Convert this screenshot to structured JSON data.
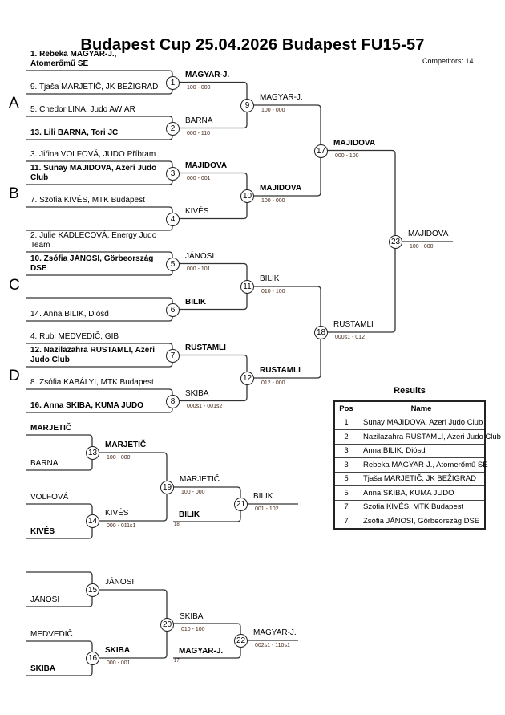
{
  "title": "Budapest Cup  25.04.2026  Budapest   FU15-57",
  "competitors": "Competitors: 14",
  "pools": [
    "A",
    "B",
    "C",
    "D"
  ],
  "entrants": [
    {
      "text": "1. Rebeka MAGYAR-J., Atomerőmű SE",
      "bold": true
    },
    {
      "text": "9. Tjaša MARJETIČ, JK BEŽIGRAD",
      "bold": false
    },
    {
      "text": "5. Chedor LINA, Judo AWIAR",
      "bold": false
    },
    {
      "text": "13. Lili BARNA, Tori JC",
      "bold": true
    },
    {
      "text": "3. Jiřina VOLFOVÁ, JUDO Příbram",
      "bold": false
    },
    {
      "text": "11. Sunay MAJIDOVA, Azeri Judo Club",
      "bold": true
    },
    {
      "text": "7. Szofia KIVÉS, MTK Budapest",
      "bold": false
    },
    {
      "text": "",
      "bold": false
    },
    {
      "text": "2. Julie KADLECOVÁ, Energy Judo Team",
      "bold": false
    },
    {
      "text": "10. Zsófia JÁNOSI, Görbeország DSE",
      "bold": true
    },
    {
      "text": "",
      "bold": false
    },
    {
      "text": "14. Anna BILIK, Diósd",
      "bold": false
    },
    {
      "text": "4. Rubi MEDVEDIČ, GIB",
      "bold": false
    },
    {
      "text": "12. Nazilazahra RUSTAMLI, Azeri Judo Club",
      "bold": true
    },
    {
      "text": "8. Zsófia KABÁLYI, MTK Budapest",
      "bold": false
    },
    {
      "text": "16. Anna SKIBA, KUMA JUDO",
      "bold": true
    }
  ],
  "repechage_entrants": [
    {
      "text": "MARJETIČ",
      "bold": true
    },
    {
      "text": "BARNA",
      "bold": false
    },
    {
      "text": "VOLFOVÁ",
      "bold": false
    },
    {
      "text": "KIVÉS",
      "bold": true
    },
    {
      "text": "",
      "bold": false
    },
    {
      "text": "JÁNOSI",
      "bold": false
    },
    {
      "text": "MEDVEDIČ",
      "bold": false
    },
    {
      "text": "SKIBA",
      "bold": true
    }
  ],
  "matches": {
    "m1": {
      "num": "1",
      "winner": "MAGYAR-J.",
      "score": "100 - 000",
      "bold": true
    },
    "m2": {
      "num": "2",
      "winner": "BARNA",
      "score": "000 - 110",
      "bold": false
    },
    "m3": {
      "num": "3",
      "winner": "MAJIDOVA",
      "score": "000 - 001",
      "bold": true
    },
    "m4": {
      "num": "4",
      "winner": "KIVÉS",
      "score": "",
      "bold": false
    },
    "m5": {
      "num": "5",
      "winner": "JÁNOSI",
      "score": "000 - 101",
      "bold": false
    },
    "m6": {
      "num": "6",
      "winner": "BILIK",
      "score": "",
      "bold": true
    },
    "m7": {
      "num": "7",
      "winner": "RUSTAMLI",
      "score": "",
      "bold": true
    },
    "m8": {
      "num": "8",
      "winner": "SKIBA",
      "score": "000s1 - 001s2",
      "bold": false
    },
    "m9": {
      "num": "9",
      "winner": "MAGYAR-J.",
      "score": "100 - 000",
      "bold": false
    },
    "m10": {
      "num": "10",
      "winner": "MAJIDOVA",
      "score": "100 - 000",
      "bold": true
    },
    "m11": {
      "num": "11",
      "winner": "BILIK",
      "score": "010 - 100",
      "bold": false
    },
    "m12": {
      "num": "12",
      "winner": "RUSTAMLI",
      "score": "012 - 000",
      "bold": true
    },
    "m17": {
      "num": "17",
      "winner": "MAJIDOVA",
      "score": "000 - 100",
      "bold": true
    },
    "m18": {
      "num": "18",
      "winner": "RUSTAMLI",
      "score": "000s1 - 012",
      "bold": false
    },
    "m23": {
      "num": "23",
      "winner": "MAJIDOVA",
      "score": "100 - 000",
      "bold": false
    },
    "m13": {
      "num": "13",
      "winner": "MARJETIČ",
      "score": "100 - 000",
      "bold": true
    },
    "m14": {
      "num": "14",
      "winner": "KIVÉS",
      "score": "000 - 011s1",
      "bold": false
    },
    "m19": {
      "num": "19",
      "winner": "MARJETIČ",
      "score": "100 - 000",
      "bold": false
    },
    "m21": {
      "num": "21",
      "winner": "BILIK",
      "score": "001 - 102",
      "bold": false
    },
    "m15": {
      "num": "15",
      "winner": "JÁNOSI",
      "score": "",
      "bold": false
    },
    "m16": {
      "num": "16",
      "winner": "SKIBA",
      "score": "000 - 001",
      "bold": true
    },
    "m20": {
      "num": "20",
      "winner": "SKIBA",
      "score": "010 - 100",
      "bold": false
    },
    "m22": {
      "num": "22",
      "winner": "MAGYAR-J.",
      "score": "002s1 - 110s1",
      "bold": false
    }
  },
  "bronze_entrants": [
    {
      "name": "BILIK",
      "from": "18",
      "bold": true
    },
    {
      "name": "MAGYAR-J.",
      "from": "17",
      "bold": true
    }
  ],
  "results": {
    "title": "Results",
    "headers": [
      "Pos",
      "Name"
    ],
    "rows": [
      [
        "1",
        "Sunay MAJIDOVA, Azeri Judo Club"
      ],
      [
        "2",
        "Nazilazahra RUSTAMLI, Azeri Judo Club"
      ],
      [
        "3",
        "Anna BILIK, Diósd"
      ],
      [
        "3",
        "Rebeka MAGYAR-J., Atomerőmű SE"
      ],
      [
        "5",
        "Tjaša MARJETIČ, JK BEŽIGRAD"
      ],
      [
        "5",
        "Anna SKIBA, KUMA JUDO"
      ],
      [
        "7",
        "Szofia KIVÉS, MTK Budapest"
      ],
      [
        "7",
        "Zsófia JÁNOSI, Görbeország DSE"
      ]
    ]
  }
}
